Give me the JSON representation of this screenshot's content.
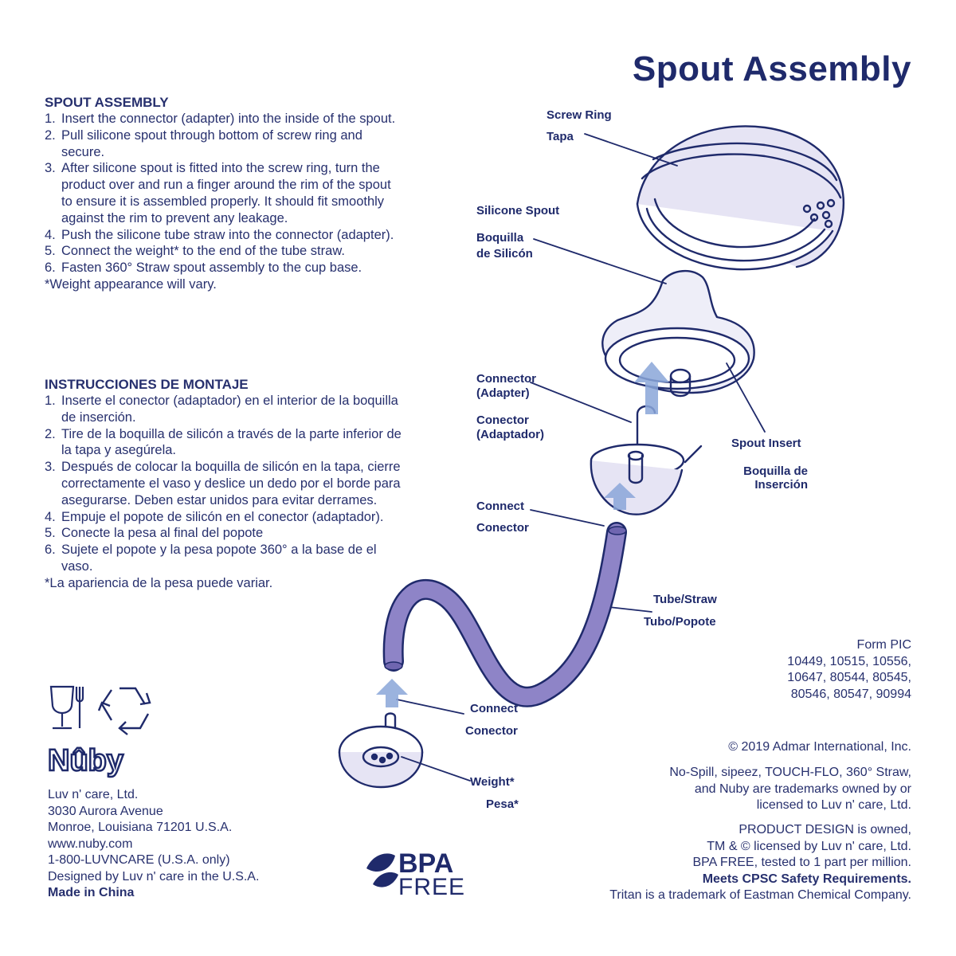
{
  "title": "Spout Assembly",
  "english": {
    "heading": "SPOUT ASSEMBLY",
    "steps": [
      {
        "num": "1.",
        "text": "Insert the connector (adapter) into the inside of the spout."
      },
      {
        "num": "2.",
        "text": "Pull silicone spout through bottom of screw ring and secure."
      },
      {
        "num": "3.",
        "text": "After silicone spout is fitted into the screw ring, turn the product over and run a finger around the rim of the spout to ensure it is assembled properly. It should fit smoothly against the rim to prevent any leakage."
      },
      {
        "num": "4.",
        "text": "Push the silicone tube straw into the connector (adapter)."
      },
      {
        "num": "5.",
        "text": "Connect the weight* to the end of the tube straw."
      },
      {
        "num": "6.",
        "text": "Fasten 360° Straw spout assembly to the cup base."
      }
    ],
    "note": "*Weight appearance will vary."
  },
  "spanish": {
    "heading": "INSTRUCCIONES DE MONTAJE",
    "steps": [
      {
        "num": "1.",
        "text": "Inserte el conector (adaptador) en el interior de la boquilla de inserción."
      },
      {
        "num": "2.",
        "text": "Tire de la boquilla de silicón a través de la parte inferior de la tapa y asegúrela."
      },
      {
        "num": "3.",
        "text": "Después de colocar la boquilla de silicón en la tapa, cierre correctamente el vaso y deslice un dedo por el borde para asegurarse. Deben estar unidos para evitar derrames."
      },
      {
        "num": "4.",
        "text": "Empuje el popote de silicón en el conector (adaptador)."
      },
      {
        "num": "5.",
        "text": "Conecte la pesa al final del popote"
      },
      {
        "num": "6.",
        "text": "Sujete el popote y la pesa popote 360° a la base de el vaso."
      }
    ],
    "note": "*La apariencia de la pesa puede variar."
  },
  "labels": {
    "screw_ring": "Screw Ring",
    "tapa": "Tapa",
    "silicone_spout": "Silicone Spout",
    "boquilla_1": "Boquilla",
    "boquilla_2": "de Silicón",
    "connector_1": "Connector",
    "connector_2": "(Adapter)",
    "conector_1": "Conector",
    "conector_2": "(Adaptador)",
    "spout_insert": "Spout Insert",
    "boquilla_insercion_1": "Boquilla de",
    "boquilla_insercion_2": "Inserción",
    "connect_a": "Connect",
    "conector_a": "Conector",
    "tube_straw": "Tube/Straw",
    "tubo_popote": "Tubo/Popote",
    "connect_b": "Connect",
    "conector_b": "Conector",
    "weight": "Weight*",
    "pesa": "Pesa*"
  },
  "form": {
    "line1": "Form PIC",
    "line2": "10449, 10515, 10556,",
    "line3": "10647, 80544, 80545,",
    "line4": "80546, 80547, 90994"
  },
  "legal": {
    "copyright": "© 2019 Admar International, Inc.",
    "tm1": "No-Spill, sipeez, TOUCH-FLO, 360° Straw,",
    "tm2": "and Nuby are trademarks owned by or",
    "tm3": "licensed to Luv n' care, Ltd.",
    "pd1": "PRODUCT DESIGN is owned,",
    "pd2": "TM & © licensed by Luv n' care, Ltd.",
    "pd3": "BPA FREE, tested to 1 part per million.",
    "pd4": "Meets CPSC Safety Requirements.",
    "pd5": "Tritan is a trademark of Eastman Chemical Company."
  },
  "company": {
    "brand": "Nûby",
    "line1": "Luv n' care, Ltd.",
    "line2": "3030 Aurora Avenue",
    "line3": "Monroe, Louisiana 71201 U.S.A.",
    "line4": "www.nuby.com",
    "line5": "1-800-LUVNCARE (U.S.A. only)",
    "line6": "Designed by Luv n' care in the U.S.A.",
    "line7": "Made in China"
  },
  "bpa": {
    "big": "BPA",
    "small": "FREE"
  },
  "icons": [
    "food-safe-icon",
    "recycle-icon",
    "leaf-icon"
  ],
  "colors": {
    "ink": "#1f2a6b",
    "straw": "#8e84c7",
    "fill": "#e6e4f4",
    "arrow": "#8aa6d8"
  }
}
